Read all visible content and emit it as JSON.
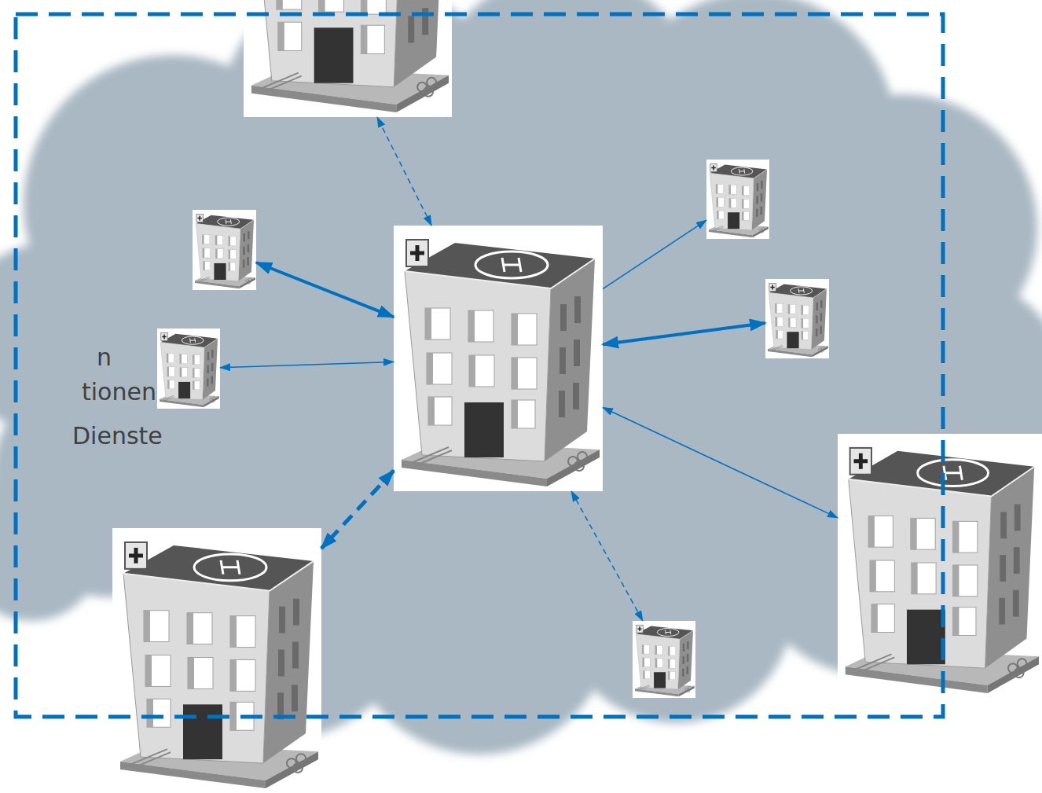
{
  "diagram": {
    "nodes": [
      {
        "text": []
      },
      {
        "text": []
      },
      {
        "text": []
      },
      {
        "text": []
      },
      {
        "text": []
      },
      {
        "text": []
      },
      {
        "text": []
      },
      {
        "text": []
      },
      {
        "text": []
      }
    ],
    "edges": [
      {
        "from": 3,
        "to": 0,
        "arrow": "both"
      },
      {
        "from": 3,
        "to": 1,
        "arrow": "to"
      },
      {
        "from": 3,
        "to": 2,
        "arrow": "both"
      },
      {
        "from": 3,
        "to": 4,
        "arrow": "both"
      },
      {
        "from": 3,
        "to": 5,
        "arrow": "both"
      },
      {
        "from": 3,
        "to": 6,
        "arrow": "both"
      },
      {
        "from": 3,
        "to": 7,
        "arrow": "both"
      },
      {
        "from": 3,
        "to": 8,
        "arrow": "both"
      }
    ],
    "labels": [
      "n",
      "tionen",
      "Dienste"
    ]
  }
}
